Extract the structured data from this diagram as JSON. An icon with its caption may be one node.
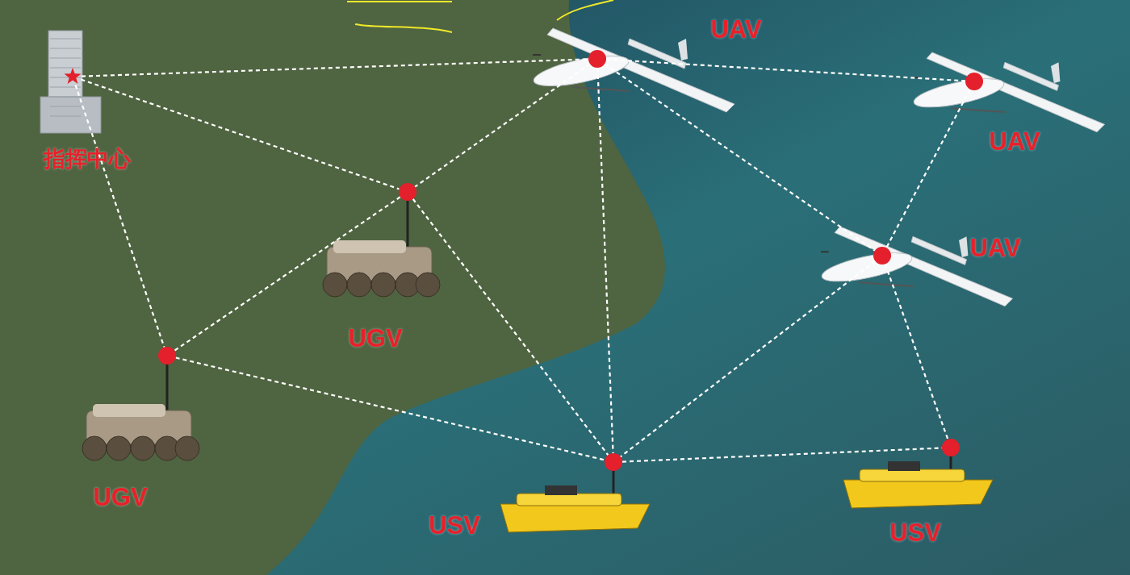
{
  "diagram": {
    "nodes": [
      {
        "text": [],
        "shape": "star"
      },
      {
        "text": [],
        "shape": "circle"
      },
      {
        "text": [],
        "shape": "circle"
      },
      {
        "text": [],
        "shape": "circle"
      },
      {
        "text": [],
        "shape": "circle"
      },
      {
        "text": [],
        "shape": "circle"
      },
      {
        "text": [],
        "shape": "circle"
      },
      {
        "text": [],
        "shape": "circle"
      }
    ],
    "labels": [
      "UAV",
      "UAV",
      "指挥中心",
      "UAV",
      "UGV",
      "UGV",
      "USV",
      "USV"
    ],
    "edges": [
      {
        "from": 0,
        "to": 1,
        "arrow": "none",
        "style": "dashed"
      },
      {
        "from": 0,
        "to": 4,
        "arrow": "none",
        "style": "dashed"
      },
      {
        "from": 0,
        "to": 5,
        "arrow": "none",
        "style": "dashed"
      },
      {
        "from": 1,
        "to": 2,
        "arrow": "none",
        "style": "dashed"
      },
      {
        "from": 1,
        "to": 4,
        "arrow": "none",
        "style": "dashed"
      },
      {
        "from": 1,
        "to": 3,
        "arrow": "none",
        "style": "dashed"
      },
      {
        "from": 1,
        "to": 6,
        "arrow": "none",
        "style": "dashed"
      },
      {
        "from": 2,
        "to": 3,
        "arrow": "none",
        "style": "dashed"
      },
      {
        "from": 3,
        "to": 6,
        "arrow": "none",
        "style": "dashed"
      },
      {
        "from": 3,
        "to": 7,
        "arrow": "none",
        "style": "dashed"
      },
      {
        "from": 4,
        "to": 5,
        "arrow": "none",
        "style": "dashed"
      },
      {
        "from": 4,
        "to": 6,
        "arrow": "none",
        "style": "dashed"
      },
      {
        "from": 5,
        "to": 6,
        "arrow": "none",
        "style": "dashed"
      },
      {
        "from": 6,
        "to": 7,
        "arrow": "none",
        "style": "dashed"
      }
    ]
  }
}
